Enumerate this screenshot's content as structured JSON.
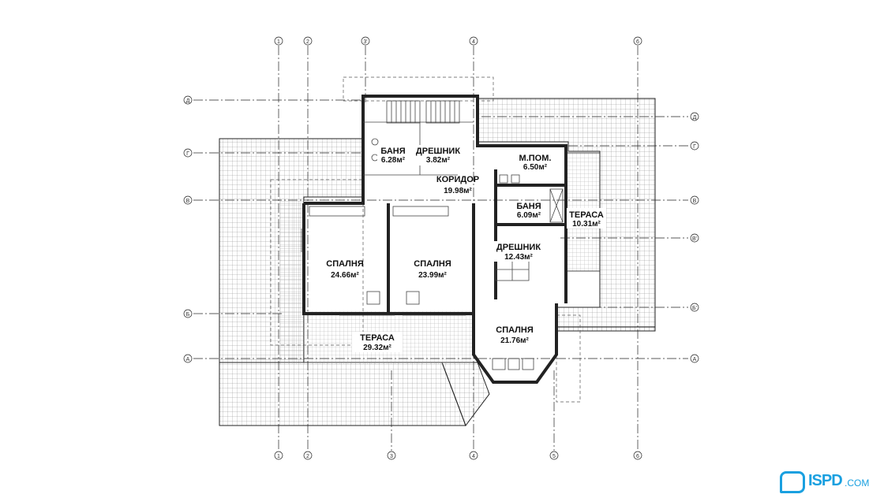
{
  "axes": {
    "vertical": [
      "1",
      "2",
      "3'",
      "4",
      "6",
      "1",
      "2",
      "3",
      "4",
      "5",
      "6"
    ],
    "horizontal": [
      "Д",
      "Г",
      "В",
      "Б",
      "А",
      "Д",
      "Г",
      "В",
      "В'",
      "Б'",
      "А"
    ]
  },
  "rooms": [
    {
      "name": "БАНЯ",
      "area": "6.28м²"
    },
    {
      "name": "ДРЕШНИК",
      "area": "3.82м²"
    },
    {
      "name": "КОРИДОР",
      "area": "19.98м²"
    },
    {
      "name": "М.ПОМ.",
      "area": "6.50м²"
    },
    {
      "name": "БАНЯ",
      "area": "6.09м²"
    },
    {
      "name": "ТЕРАСА",
      "area": "10.31м²"
    },
    {
      "name": "ДРЕШНИК",
      "area": "12.43м²"
    },
    {
      "name": "СПАЛНЯ",
      "area": "24.66м²"
    },
    {
      "name": "СПАЛНЯ",
      "area": "23.99м²"
    },
    {
      "name": "СПАЛНЯ",
      "area": "21.76м²"
    },
    {
      "name": "ТЕРАСА",
      "area": "29.32м²"
    }
  ],
  "logo": {
    "text": "ISPD",
    "suffix": ".COM"
  },
  "colors": {
    "line": "#222222",
    "logo": "#1aa0e0"
  }
}
